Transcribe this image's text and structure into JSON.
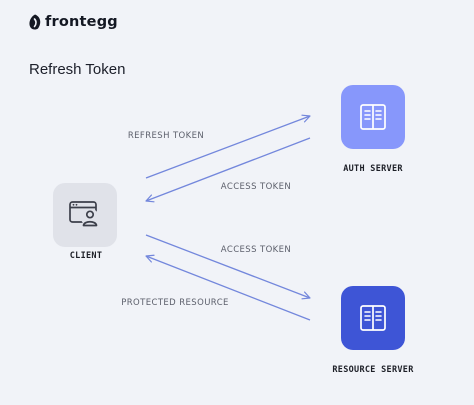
{
  "brand": {
    "name": "frontegg",
    "icon": "frontegg-leaf-logo",
    "color": "#141823"
  },
  "title": "Refresh Token",
  "nodes": {
    "client": {
      "label": "CLIENT",
      "icon": "browser-user-icon",
      "color": "#e0e2e9"
    },
    "auth_server": {
      "label": "AUTH SERVER",
      "icon": "server-book-icon",
      "color": "#8797fb"
    },
    "resource_server": {
      "label": "RESOURCE SERVER",
      "icon": "server-book-icon",
      "color": "#3e55d6"
    }
  },
  "edges": [
    {
      "from": "client",
      "to": "auth_server",
      "label": "REFRESH TOKEN"
    },
    {
      "from": "auth_server",
      "to": "client",
      "label": "ACCESS TOKEN"
    },
    {
      "from": "client",
      "to": "resource_server",
      "label": "ACCESS TOKEN"
    },
    {
      "from": "resource_server",
      "to": "client",
      "label": "PROTECTED RESOURCE"
    }
  ],
  "arrow_color": "#7387dc"
}
